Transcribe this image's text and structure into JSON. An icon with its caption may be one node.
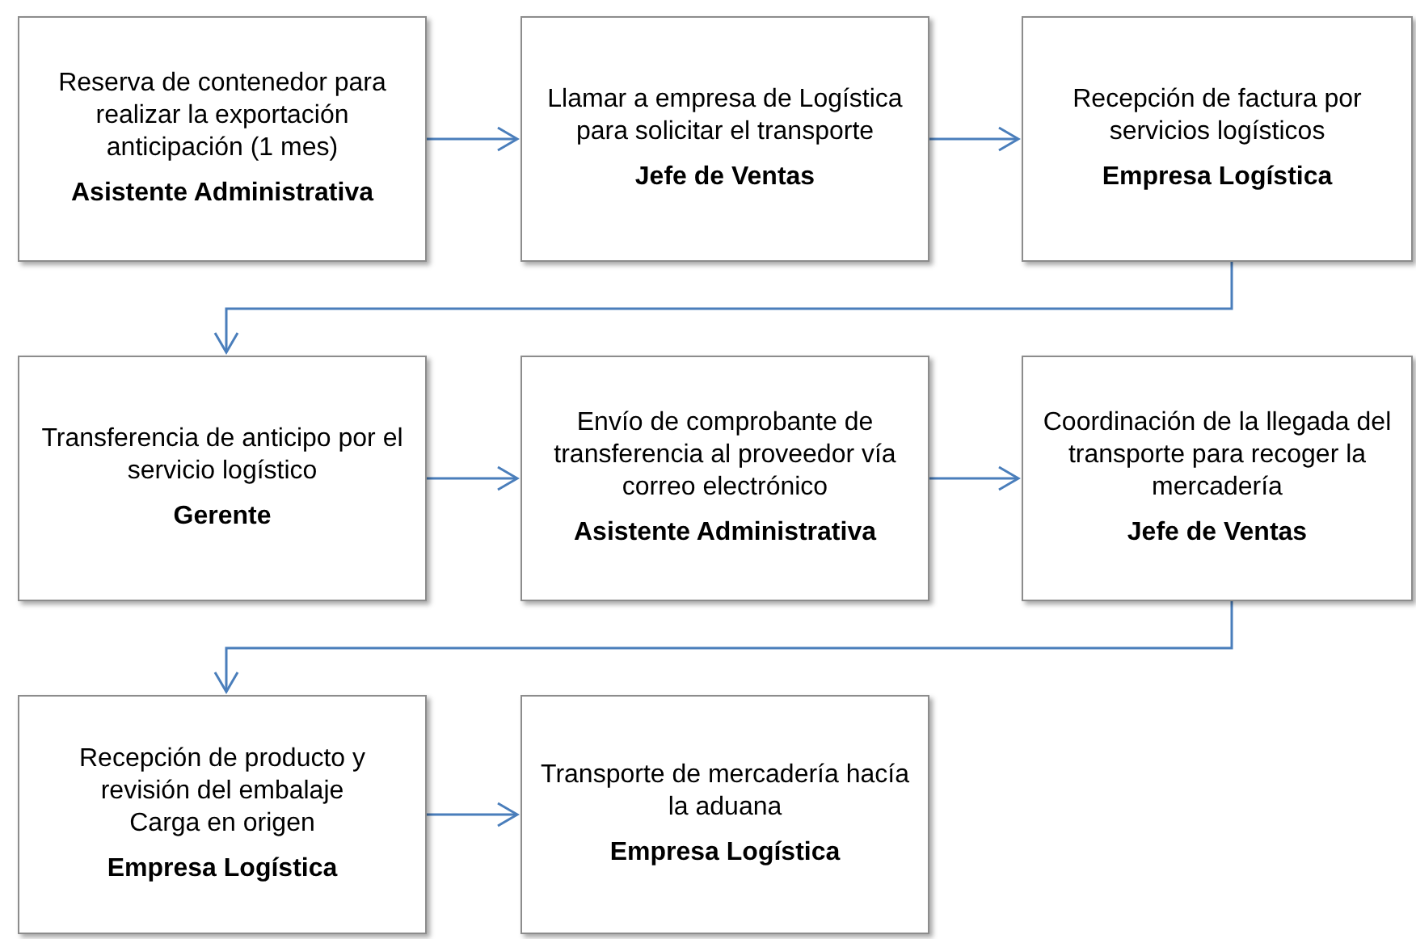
{
  "diagram": {
    "nodes": [
      {
        "text": [
          "Reserva de contenedor para realizar la exportación anticipación (1 mes)",
          "Asistente Administrativa"
        ]
      },
      {
        "text": [
          "Llamar a empresa de Logística para solicitar el transporte",
          "Jefe de Ventas"
        ]
      },
      {
        "text": [
          "Recepción de factura por servicios logísticos",
          "Empresa Logística"
        ]
      },
      {
        "text": [
          "Transferencia de anticipo por el servicio logístico",
          "Gerente"
        ]
      },
      {
        "text": [
          "Envío de comprobante de transferencia al proveedor vía correo electrónico",
          "Asistente Administrativa"
        ]
      },
      {
        "text": [
          "Coordinación de la llegada del transporte para recoger la mercadería",
          "Jefe de Ventas"
        ]
      },
      {
        "text": [
          "Recepción de producto y revisión del embalaje",
          "Carga en origen",
          "Empresa Logística"
        ]
      },
      {
        "text": [
          "Transporte de mercadería hacía la aduana",
          "Empresa Logística"
        ]
      }
    ],
    "edges": [
      {
        "from": 0,
        "to": 1,
        "arrow": "to"
      },
      {
        "from": 1,
        "to": 2,
        "arrow": "to"
      },
      {
        "from": 2,
        "to": 3,
        "arrow": "to"
      },
      {
        "from": 3,
        "to": 4,
        "arrow": "to"
      },
      {
        "from": 4,
        "to": 5,
        "arrow": "to"
      },
      {
        "from": 5,
        "to": 6,
        "arrow": "to"
      },
      {
        "from": 6,
        "to": 7,
        "arrow": "to"
      }
    ]
  }
}
